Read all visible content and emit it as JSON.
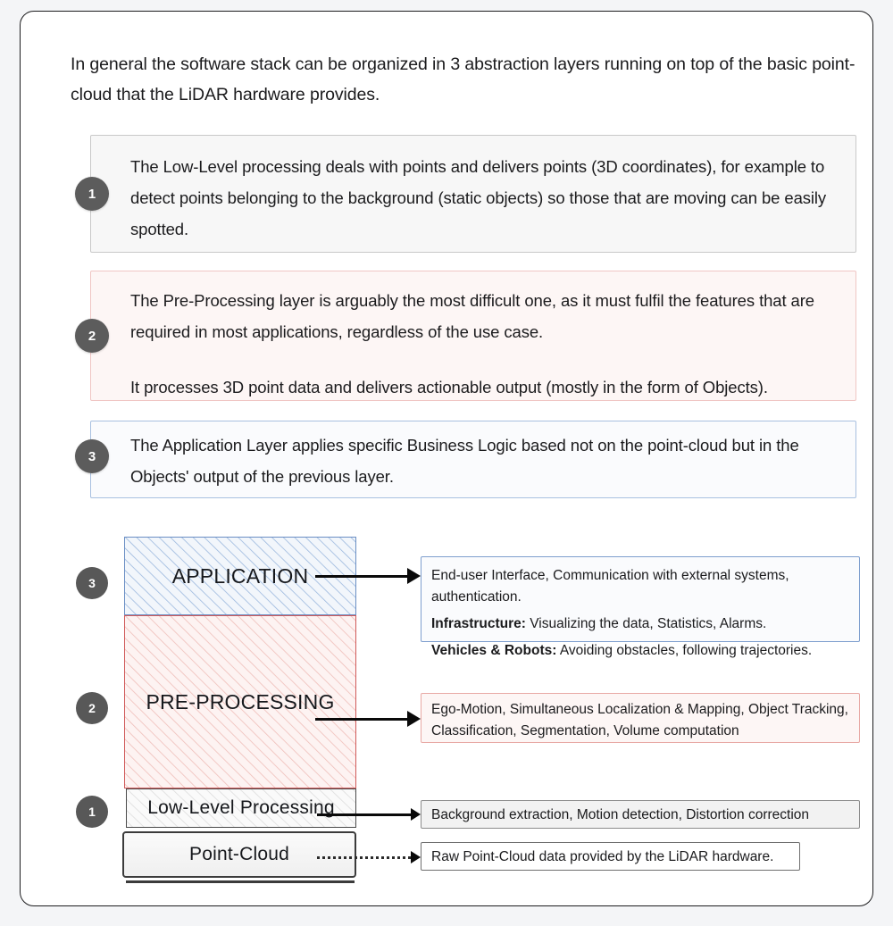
{
  "intro": {
    "text": "In general the software stack can be organized in 3 abstraction layers running on top of the basic point-cloud that the LiDAR hardware provides."
  },
  "explanations": [
    {
      "number": "1",
      "accent": "#c9c9c9",
      "background": "#f7f7f7",
      "paragraphs": [
        "The Low-Level processing deals with points and delivers points (3D coordinates), for example to detect points belonging to the background (static objects) so those that are moving can be easily spotted."
      ]
    },
    {
      "number": "2",
      "accent": "#f0c6c4",
      "background": "#fdf6f5",
      "paragraphs": [
        "The Pre-Processing layer is arguably the most difficult one, as it must fulfil the features that are required in most applications, regardless of the use case.",
        "It processes 3D point data and delivers actionable output (mostly in the form of Objects)."
      ]
    },
    {
      "number": "3",
      "accent": "#a8c0e0",
      "background": "#fafbfd",
      "paragraphs": [
        "The Application Layer applies specific Business Logic based not on the point-cloud but in the Objects' output of the previous layer."
      ]
    }
  ],
  "diagram": {
    "layers": [
      {
        "number": "3",
        "label": "APPLICATION",
        "accent": "#6b8fc4",
        "fill": "#f2f6fb"
      },
      {
        "number": "2",
        "label": "PRE-PROCESSING",
        "accent": "#d05a5a",
        "fill": "#fdf3f2"
      },
      {
        "number": "1",
        "label": "Low-Level Processing",
        "accent": "#4a4a4a",
        "fill": "#fafafa"
      },
      {
        "number": "",
        "label": "Point-Cloud",
        "accent": "#3b3b3b",
        "fill": "#f2f2f2"
      }
    ],
    "callouts": {
      "application": {
        "line1": "End-user Interface, Communication with external systems, authentication.",
        "line2_label": "Infrastructure:",
        "line2_text": " Visualizing the data, Statistics, Alarms.",
        "line3_label": "Vehicles & Robots:",
        "line3_text": " Avoiding obstacles, following trajectories."
      },
      "preprocessing": {
        "text": "Ego-Motion, Simultaneous Localization & Mapping, Object Tracking, Classification, Segmentation, Volume computation"
      },
      "lowlevel": {
        "text": "Background extraction, Motion detection, Distortion correction"
      },
      "pointcloud": {
        "text": "Raw Point-Cloud data provided by the LiDAR hardware."
      }
    }
  }
}
